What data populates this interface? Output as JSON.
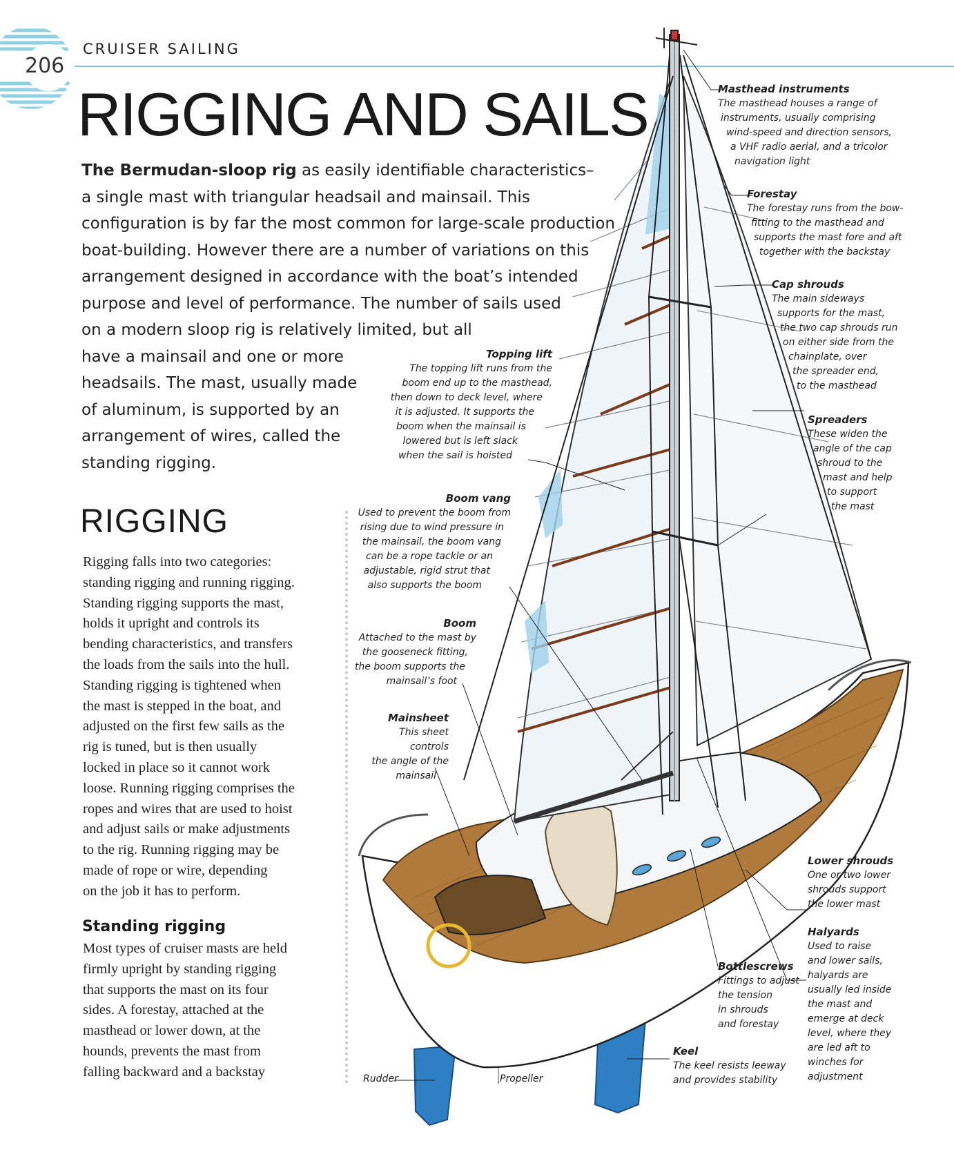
{
  "header": {
    "page_number": "206",
    "section": "CRUISER SAILING",
    "title": "RIGGING AND SAILS"
  },
  "intro": {
    "lead": "The Bermudan-sloop rig",
    "lines": [
      " as easily identifiable characteristics–",
      "a single mast with triangular headsail and mainsail. This",
      "configuration is by far the most common for large-scale production",
      "boat-building. However there are a number of variations on this",
      "arrangement designed in accordance with the boat’s intended",
      "purpose and level of performance. The number of sails used",
      "on a modern sloop rig is relatively limited, but all",
      "have a mainsail and one or more",
      "headsails. The mast, usually made",
      "of aluminum, is supported by an",
      "arrangement of wires, called the",
      "standing rigging."
    ]
  },
  "rigging": {
    "heading": "RIGGING",
    "lines": [
      "Rigging falls into two categories:",
      "standing rigging and running rigging.",
      "Standing rigging supports the mast,",
      "holds it upright and controls its",
      "bending characteristics, and transfers",
      "the loads from the sails into the hull.",
      "Standing rigging is tightened when",
      "the mast is stepped in the boat, and",
      "adjusted on the first few sails as the",
      "rig is tuned, but is then usually",
      "locked in place so it cannot work",
      "loose. Running rigging comprises the",
      "ropes and wires that are used to hoist",
      "and adjust sails or make adjustments",
      "to the rig. Running rigging may be",
      "made of rope or wire, depending",
      "on the job it has to perform."
    ]
  },
  "standing_rigging": {
    "heading": "Standing rigging",
    "lines": [
      "Most types of cruiser masts are held",
      "firmly upright by standing rigging",
      "that supports the mast on its four",
      "sides. A forestay, attached at the",
      "masthead or lower down, at the",
      "hounds, prevents the mast from",
      "falling backward and a backstay"
    ]
  },
  "labels": {
    "masthead": {
      "title": "Masthead instruments",
      "lines": [
        "The masthead houses a range of",
        "instruments, usually comprising",
        "wind-speed and direction sensors,",
        "a VHF radio aerial, and a tricolor",
        "navigation light"
      ]
    },
    "forestay": {
      "title": "Forestay",
      "lines": [
        "The forestay runs from the bow-",
        "fitting to the masthead and",
        "supports the mast fore and aft",
        "together with the backstay"
      ]
    },
    "cap_shrouds": {
      "title": "Cap shrouds",
      "lines": [
        "The main sideways",
        "supports for the mast,",
        "the two cap shrouds run",
        "on either side from the",
        "chainplate, over",
        "the spreader end,",
        "to the masthead"
      ]
    },
    "spreaders": {
      "title": "Spreaders",
      "lines": [
        "These widen the",
        "angle of the cap",
        "shroud to the",
        "mast and help",
        "to support",
        "the mast"
      ]
    },
    "topping_lift": {
      "title": "Topping lift",
      "lines": [
        "The topping lift runs from the",
        "boom end up to the masthead,",
        "then down to deck level, where",
        "it is adjusted. It supports the",
        "boom when the mainsail is",
        "lowered but is left slack",
        "when the sail is hoisted"
      ]
    },
    "boom_vang": {
      "title": "Boom vang",
      "lines": [
        "Used to prevent the boom from",
        "rising due to wind pressure in",
        "the mainsail, the boom vang",
        "can be a rope tackle or an",
        "adjustable, rigid strut that",
        "also supports the boom"
      ]
    },
    "boom": {
      "title": "Boom",
      "lines": [
        "Attached to the mast by",
        "the gooseneck fitting,",
        "the boom supports the",
        "mainsail’s foot"
      ]
    },
    "mainsheet": {
      "title": "Mainsheet",
      "lines": [
        "This sheet controls",
        "the angle of the",
        "mainsail"
      ]
    },
    "lower_shrouds": {
      "title": "Lower shrouds",
      "lines": [
        "One or two lower",
        "shrouds support",
        "the lower mast"
      ]
    },
    "halyards": {
      "title": "Halyards",
      "lines": [
        "Used to raise",
        "and lower sails,",
        "halyards are",
        "usually led inside",
        "the mast and",
        "emerge at deck",
        "level, where they",
        "are led aft to",
        "winches for",
        "adjustment"
      ]
    },
    "bottlescrews": {
      "title": "Bottlescrews",
      "lines": [
        "Fittings to adjust",
        "the tension",
        "in shrouds",
        "and forestay"
      ]
    },
    "keel": {
      "title": "Keel",
      "lines": [
        "The keel resists leeway",
        "and provides stability"
      ]
    },
    "rudder": {
      "title": "Rudder"
    },
    "propeller": {
      "title": "Propeller"
    }
  },
  "colors": {
    "accent_blue": "#7cc7dc",
    "keel_blue": "#2f7fc4",
    "deck_wood": "#b07a3c",
    "sail": "#eef4f8"
  }
}
